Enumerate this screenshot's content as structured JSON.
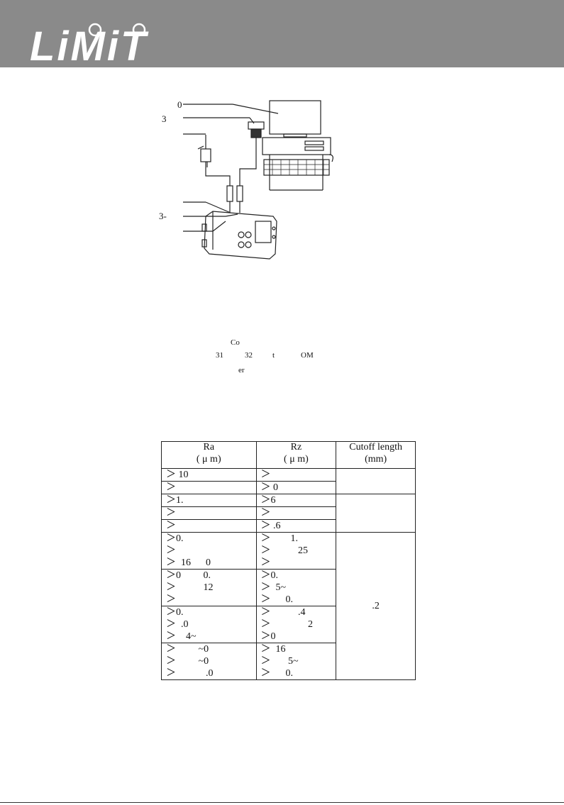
{
  "brand": {
    "name": "LiMiT"
  },
  "diagram": {
    "labels": [
      "0",
      "3",
      "3-"
    ]
  },
  "fragments": {
    "line1": "Co",
    "line2": [
      "31",
      "32",
      "t",
      "OM"
    ],
    "line3": "er"
  },
  "table": {
    "headers": {
      "ra": [
        "Ra",
        "( μ m)"
      ],
      "rz": [
        "Rz",
        "( μ m)"
      ],
      "cutoff": [
        "Cutoff length",
        "(mm)"
      ]
    },
    "groups": [
      {
        "ra": [
          "＞  10",
          "＞"
        ],
        "rz": [
          "＞",
          "＞       0"
        ]
      },
      {
        "ra": [
          "＞1.",
          "＞",
          "＞"
        ],
        "rz": [
          "＞6",
          "＞",
          "＞  .6"
        ]
      },
      {
        "ra": [
          "＞0.",
          "＞",
          "＞  16      0"
        ],
        "rz": [
          "＞        1.",
          "＞           25",
          "＞"
        ]
      },
      {
        "ra": [
          "＞0         0.",
          "＞           12",
          "＞"
        ],
        "rz": [
          "＞0.",
          "＞  5~",
          "＞      0."
        ]
      },
      {
        "ra": [
          "＞0.",
          "＞  .0",
          "＞    4~"
        ],
        "rz": [
          "＞           .4",
          "＞               2",
          "＞0"
        ]
      },
      {
        "ra": [
          "＞         ~0",
          "＞         ~0",
          "＞            .0"
        ],
        "rz": [
          "＞  16",
          "＞       5~",
          "＞      0."
        ]
      }
    ],
    "cutoff_value": ".2"
  }
}
